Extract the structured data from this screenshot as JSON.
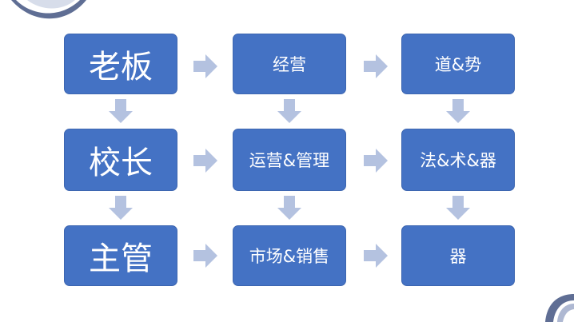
{
  "diagram": {
    "rows": [
      [
        "老板",
        "经营",
        "道&势"
      ],
      [
        "校长",
        "运营&管理",
        "法&术&器"
      ],
      [
        "主管",
        "市场&销售",
        "器"
      ]
    ]
  },
  "colors": {
    "box_fill": "#4472c4",
    "box_text": "#ffffff",
    "arrow_fill": "#b4c2e0",
    "decoration": "#9ea9c7"
  }
}
